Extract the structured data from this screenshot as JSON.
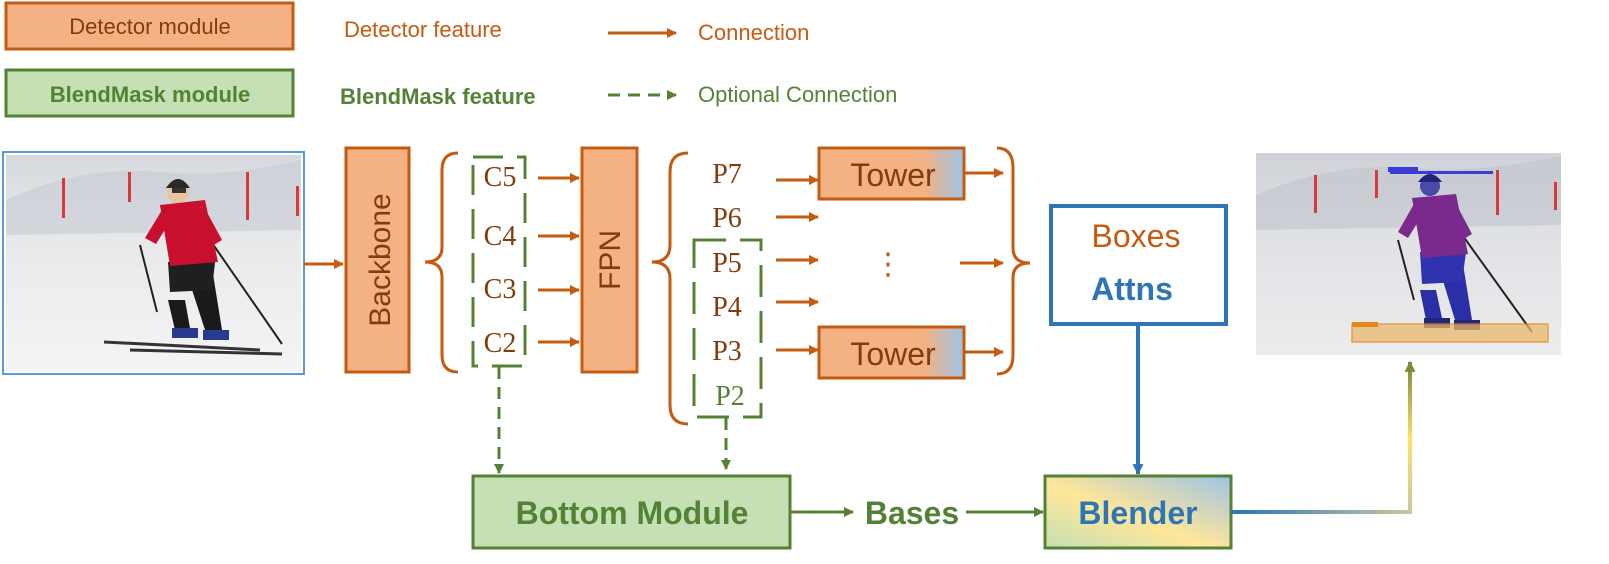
{
  "legend": {
    "detector_module": "Detector module",
    "blendmask_module": "BlendMask module",
    "detector_feature": "Detector feature",
    "blendmask_feature": "BlendMask feature",
    "connection": "Connection",
    "optional_connection": "Optional Connection"
  },
  "blocks": {
    "backbone": "Backbone",
    "fpn": "FPN",
    "tower": "Tower",
    "boxes": "Boxes",
    "attns": "Attns",
    "bottom_module": "Bottom Module",
    "bases": "Bases",
    "blender": "Blender",
    "ellipsis": "⋮"
  },
  "backbone_features": [
    "C5",
    "C4",
    "C3",
    "C2"
  ],
  "fpn_features": [
    "P7",
    "P6",
    "P5",
    "P4",
    "P3",
    "P2"
  ],
  "colors": {
    "detector_fill": "#f4b183",
    "detector_stroke": "#c55a11",
    "blendmask_fill": "#c5e0b4",
    "blendmask_stroke": "#548235",
    "blue": "#2e75b6",
    "light_blue": "#9dc3e6",
    "yellow": "#ffe699"
  },
  "images": {
    "input": "skier-photo",
    "output": "skier-segmented-photo"
  }
}
